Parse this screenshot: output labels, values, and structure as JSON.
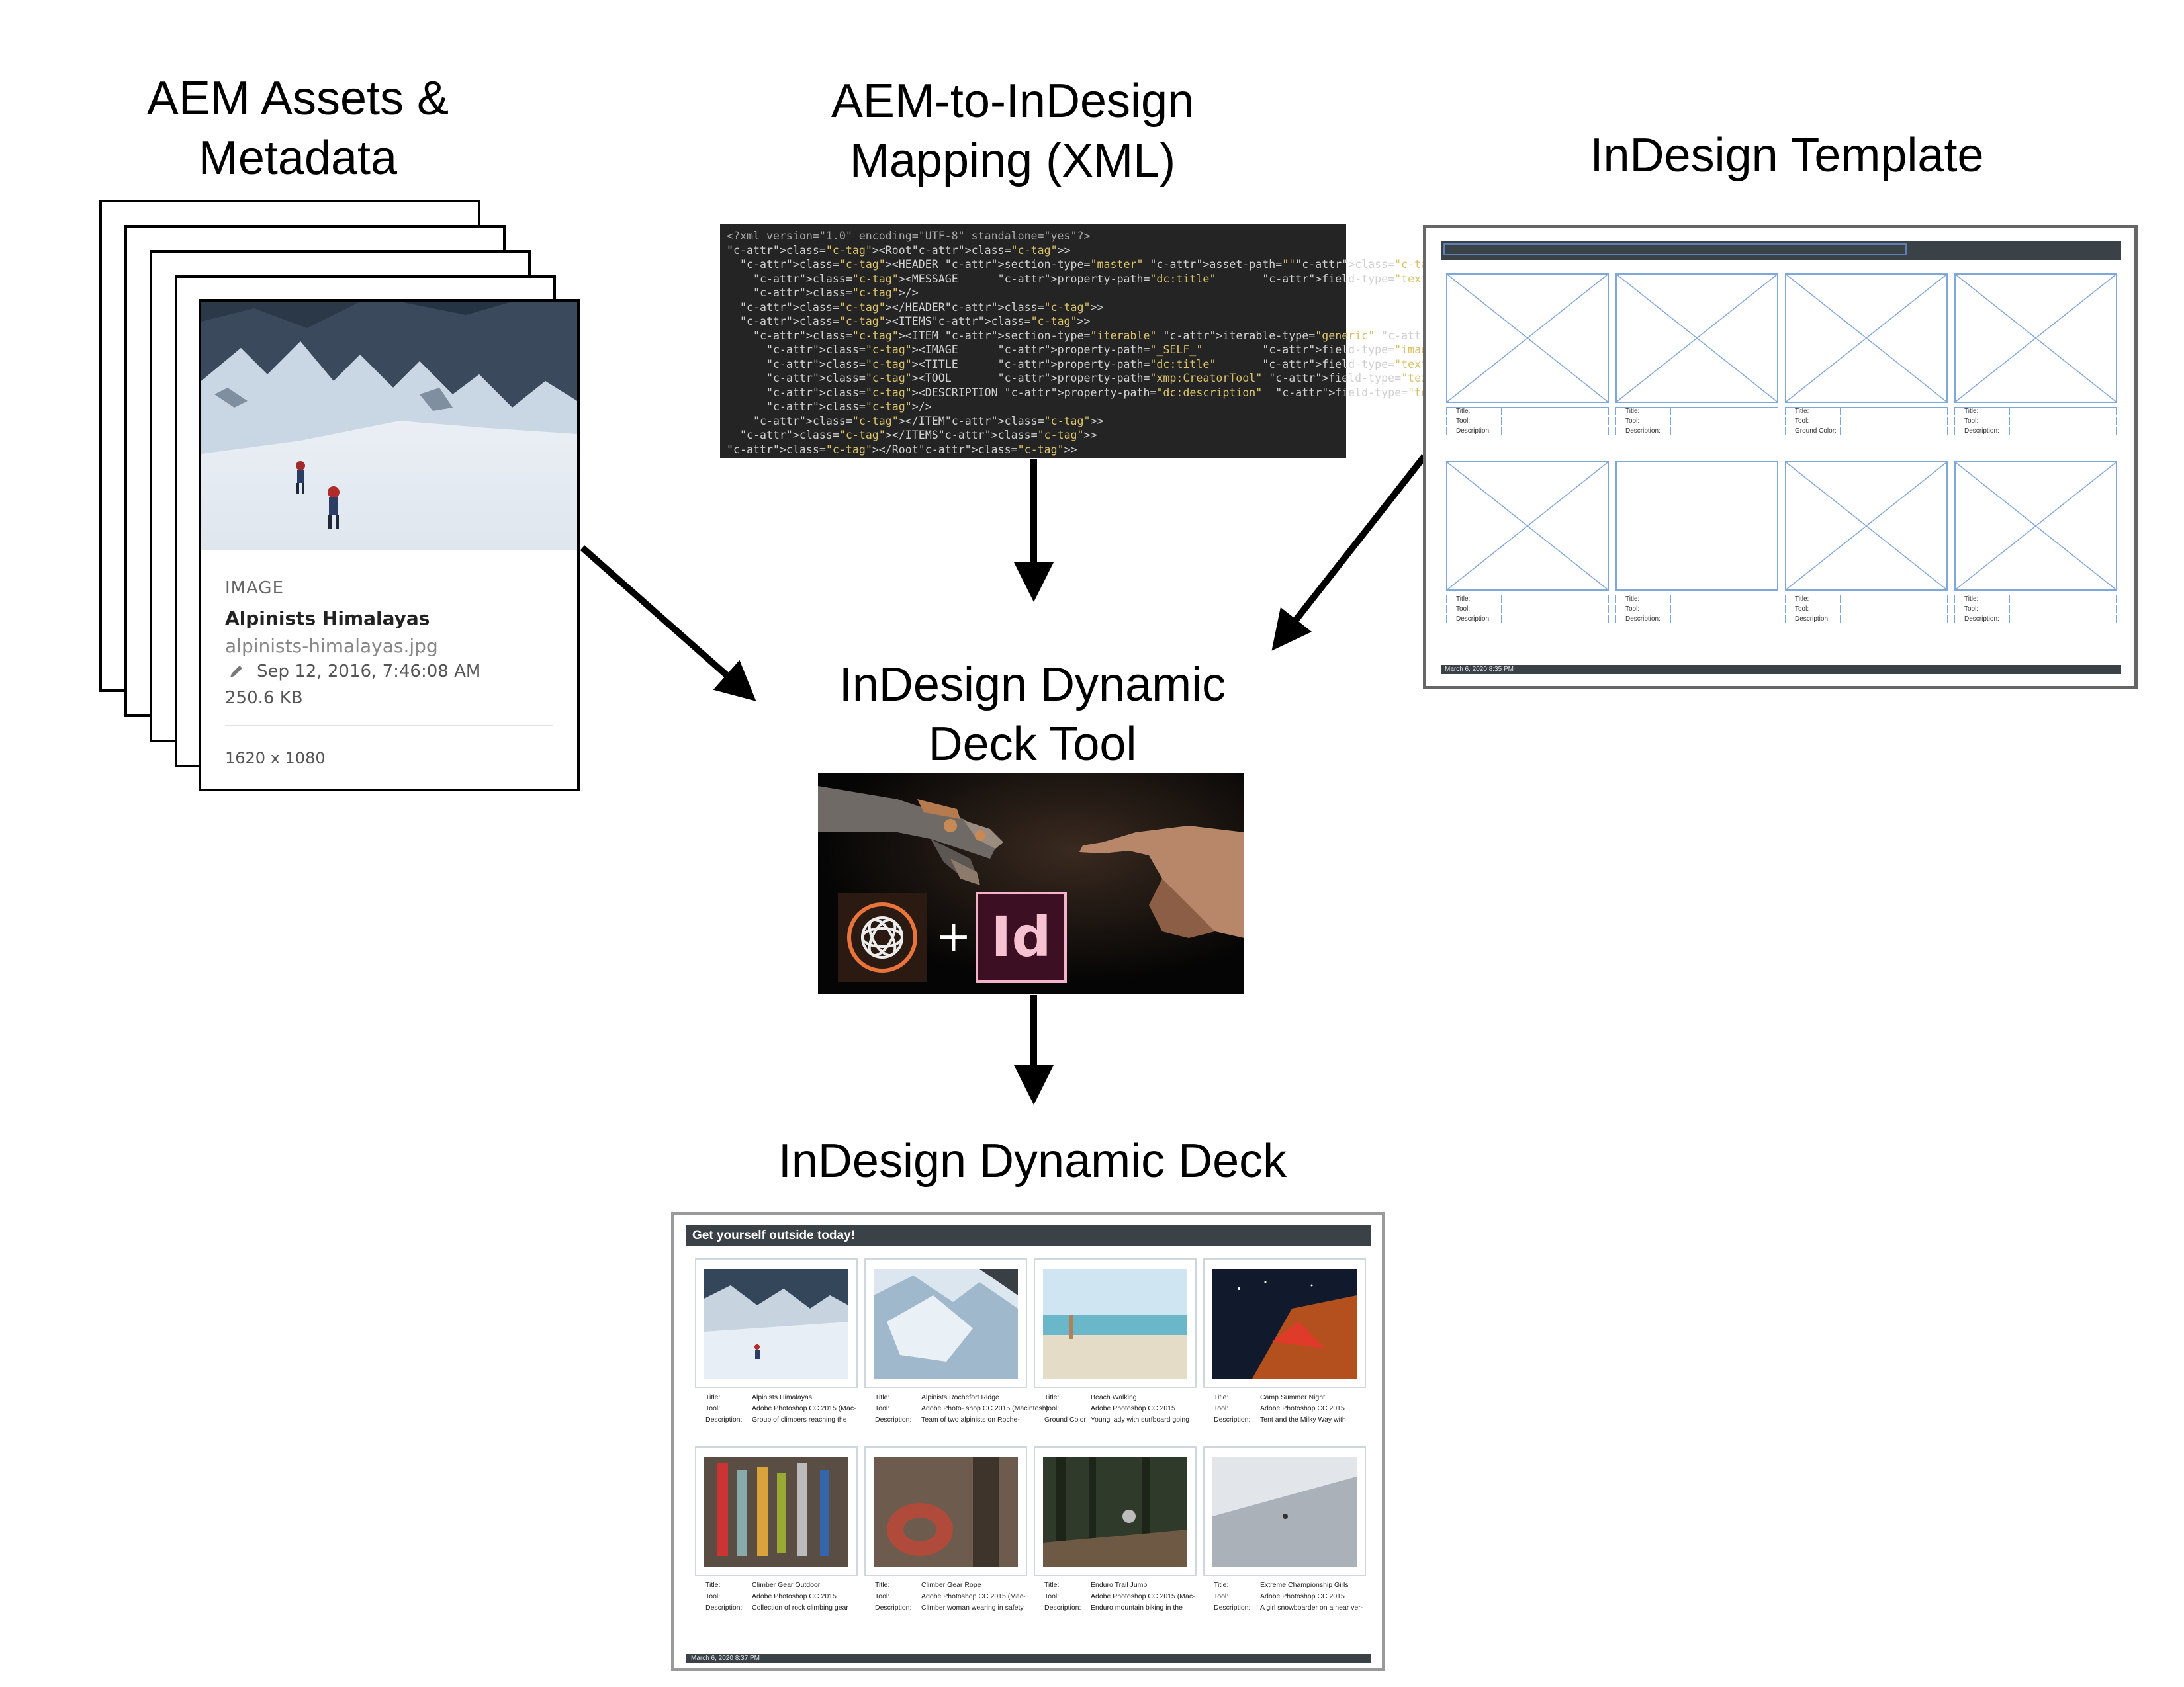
{
  "titles": {
    "assets": "AEM Assets & Metadata",
    "mapping": "AEM-to-InDesign Mapping (XML)",
    "template": "InDesign Template",
    "tool": "InDesign Dynamic Deck Tool",
    "deck": "InDesign Dynamic Deck"
  },
  "asset_card": {
    "type": "IMAGE",
    "name": "Alpinists Himalayas",
    "filename": "alpinists-himalayas.jpg",
    "modified": "Sep 12, 2016, 7:46:08 AM",
    "size": "250.6 KB",
    "dimensions": "1620 x 1080"
  },
  "xml_lines": [
    "<?xml version=\"1.0\" encoding=\"UTF-8\" standalone=\"yes\"?>",
    "<Root>",
    "  <HEADER section-type=\"master\" asset-path=\"\">",
    "    <MESSAGE      property-path=\"dc:title\"       field-type=\"text\" is-data-sync=\"true\"",
    "    />",
    "  </HEADER>",
    "  <ITEMS>",
    "    <ITEM section-type=\"iterable\" iterable-type=\"generic\" asset-path=\"\">",
    "      <IMAGE      property-path=\"_SELF_\"         field-type=\"image\"/>",
    "      <TITLE      property-path=\"dc:title\"       field-type=\"text\"/>",
    "      <TOOL       property-path=\"xmp:CreatorTool\" field-type=\"text\"/>",
    "      <DESCRIPTION property-path=\"dc:description\"  field-type=\"text\" is-data-sync=\"true\"",
    "      />",
    "    </ITEM>",
    "  </ITEMS>",
    "</Root>"
  ],
  "template": {
    "footer": "March 6, 2020 8:35 PM",
    "cells": [
      {
        "labels": [
          "Title:",
          "Tool:",
          "Description:"
        ]
      },
      {
        "labels": [
          "Title:",
          "Tool:",
          "Description:"
        ]
      },
      {
        "labels": [
          "Title:",
          "Tool:",
          "Ground Color:"
        ]
      },
      {
        "labels": [
          "Title:",
          "Tool:",
          "Description:"
        ]
      },
      {
        "labels": [
          "Title:",
          "Tool:",
          "Description:"
        ]
      },
      {
        "labels": [
          "Title:",
          "Tool:",
          "Description:"
        ]
      },
      {
        "labels": [
          "Title:",
          "Tool:",
          "Description:"
        ]
      },
      {
        "labels": [
          "Title:",
          "Tool:",
          "Description:"
        ]
      }
    ]
  },
  "tool_image": {
    "plus": "+",
    "id_logo": "Id"
  },
  "deck": {
    "header": "Get yourself outside today!",
    "footer": "March 6, 2020 8:37 PM",
    "items": [
      {
        "title_label": "Title:",
        "title": "Alpinists Himalayas",
        "tool_label": "Tool:",
        "tool": "Adobe Photoshop CC 2015 (Mac-",
        "desc_label": "Description:",
        "desc": "Group of climbers reaching the"
      },
      {
        "title_label": "Title:",
        "title": "Alpinists Rochefort Ridge",
        "tool_label": "Tool:",
        "tool": "Adobe Photo-    shop CC 2015 (Macintosh)",
        "desc_label": "Description:",
        "desc": "Team of two alpinists on Roche-"
      },
      {
        "title_label": "Title:",
        "title": "Beach Walking",
        "tool_label": "Tool:",
        "tool": "Adobe Photoshop CC 2015",
        "desc_label": "Ground Color:",
        "desc": "Young lady with surfboard going"
      },
      {
        "title_label": "Title:",
        "title": "Camp Summer Night",
        "tool_label": "Tool:",
        "tool": "Adobe Photoshop CC 2015",
        "desc_label": "Description:",
        "desc": "Tent and the Milky Way with"
      },
      {
        "title_label": "Title:",
        "title": "Climber Gear Outdoor",
        "tool_label": "Tool:",
        "tool": "Adobe Photoshop CC 2015",
        "desc_label": "Description:",
        "desc": "Collection of rock climbing gear"
      },
      {
        "title_label": "Title:",
        "title": "Climber Gear Rope",
        "tool_label": "Tool:",
        "tool": "Adobe Photoshop CC 2015 (Mac-",
        "desc_label": "Description:",
        "desc": "Climber woman wearing in safety"
      },
      {
        "title_label": "Title:",
        "title": "Enduro Trail Jump",
        "tool_label": "Tool:",
        "tool": "Adobe Photoshop CC 2015 (Mac-",
        "desc_label": "Description:",
        "desc": "Enduro mountain biking in the"
      },
      {
        "title_label": "Title:",
        "title": "Extreme Championship Girls",
        "tool_label": "Tool:",
        "tool": "Adobe Photoshop CC 2015",
        "desc_label": "Description:",
        "desc": "A girl snowboarder on a near ver-"
      }
    ]
  }
}
